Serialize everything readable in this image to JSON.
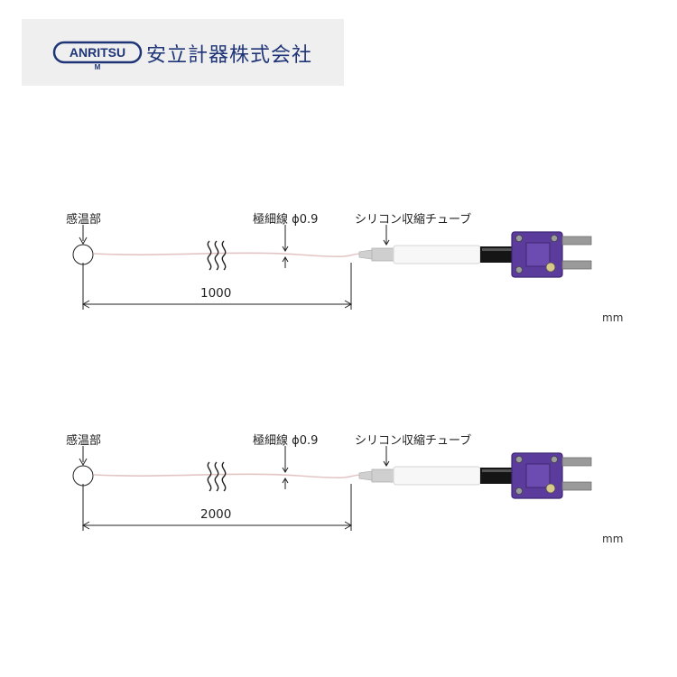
{
  "brand": {
    "logo_text": "ANRITSU",
    "logo_sub": "M",
    "company_name": "安立計器株式会社",
    "brand_color": "#1f3577"
  },
  "diagrams": [
    {
      "label_sensor": "感温部",
      "label_wire": "極細線 ϕ0.9",
      "label_tube": "シリコン収縮チューブ",
      "length": "1000",
      "unit": "mm"
    },
    {
      "label_sensor": "感温部",
      "label_wire": "極細線 ϕ0.9",
      "label_tube": "シリコン収縮チューブ",
      "length": "2000",
      "unit": "mm"
    }
  ],
  "colors": {
    "connector": "#5b3b9c",
    "connector_dark": "#3f2873",
    "pin": "#9a9a9a",
    "tube": "#f7f7f7",
    "wire": "#e4c5c5",
    "line": "#222222"
  }
}
